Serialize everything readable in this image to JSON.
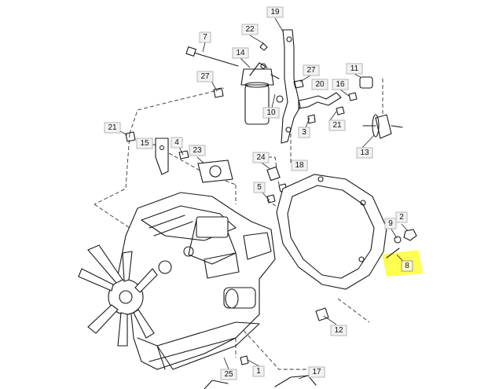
{
  "callouts": {
    "c1": "1",
    "c2": "2",
    "c3": "3",
    "c4": "4",
    "c5": "5",
    "c7": "7",
    "c8": "8",
    "c9": "9",
    "c10": "10",
    "c11": "11",
    "c12": "12",
    "c13": "13",
    "c14": "14",
    "c15": "15",
    "c16": "16",
    "c17": "17",
    "c18": "18",
    "c19": "19",
    "c20": "20",
    "c21a": "21",
    "c21b": "21",
    "c22": "22",
    "c23": "23",
    "c24": "24",
    "c25": "25",
    "c27a": "27",
    "c27b": "27"
  },
  "colors": {
    "highlight": "#ffff33",
    "callout_bg": "#f2f2f2",
    "line": "#1a1a1a"
  }
}
